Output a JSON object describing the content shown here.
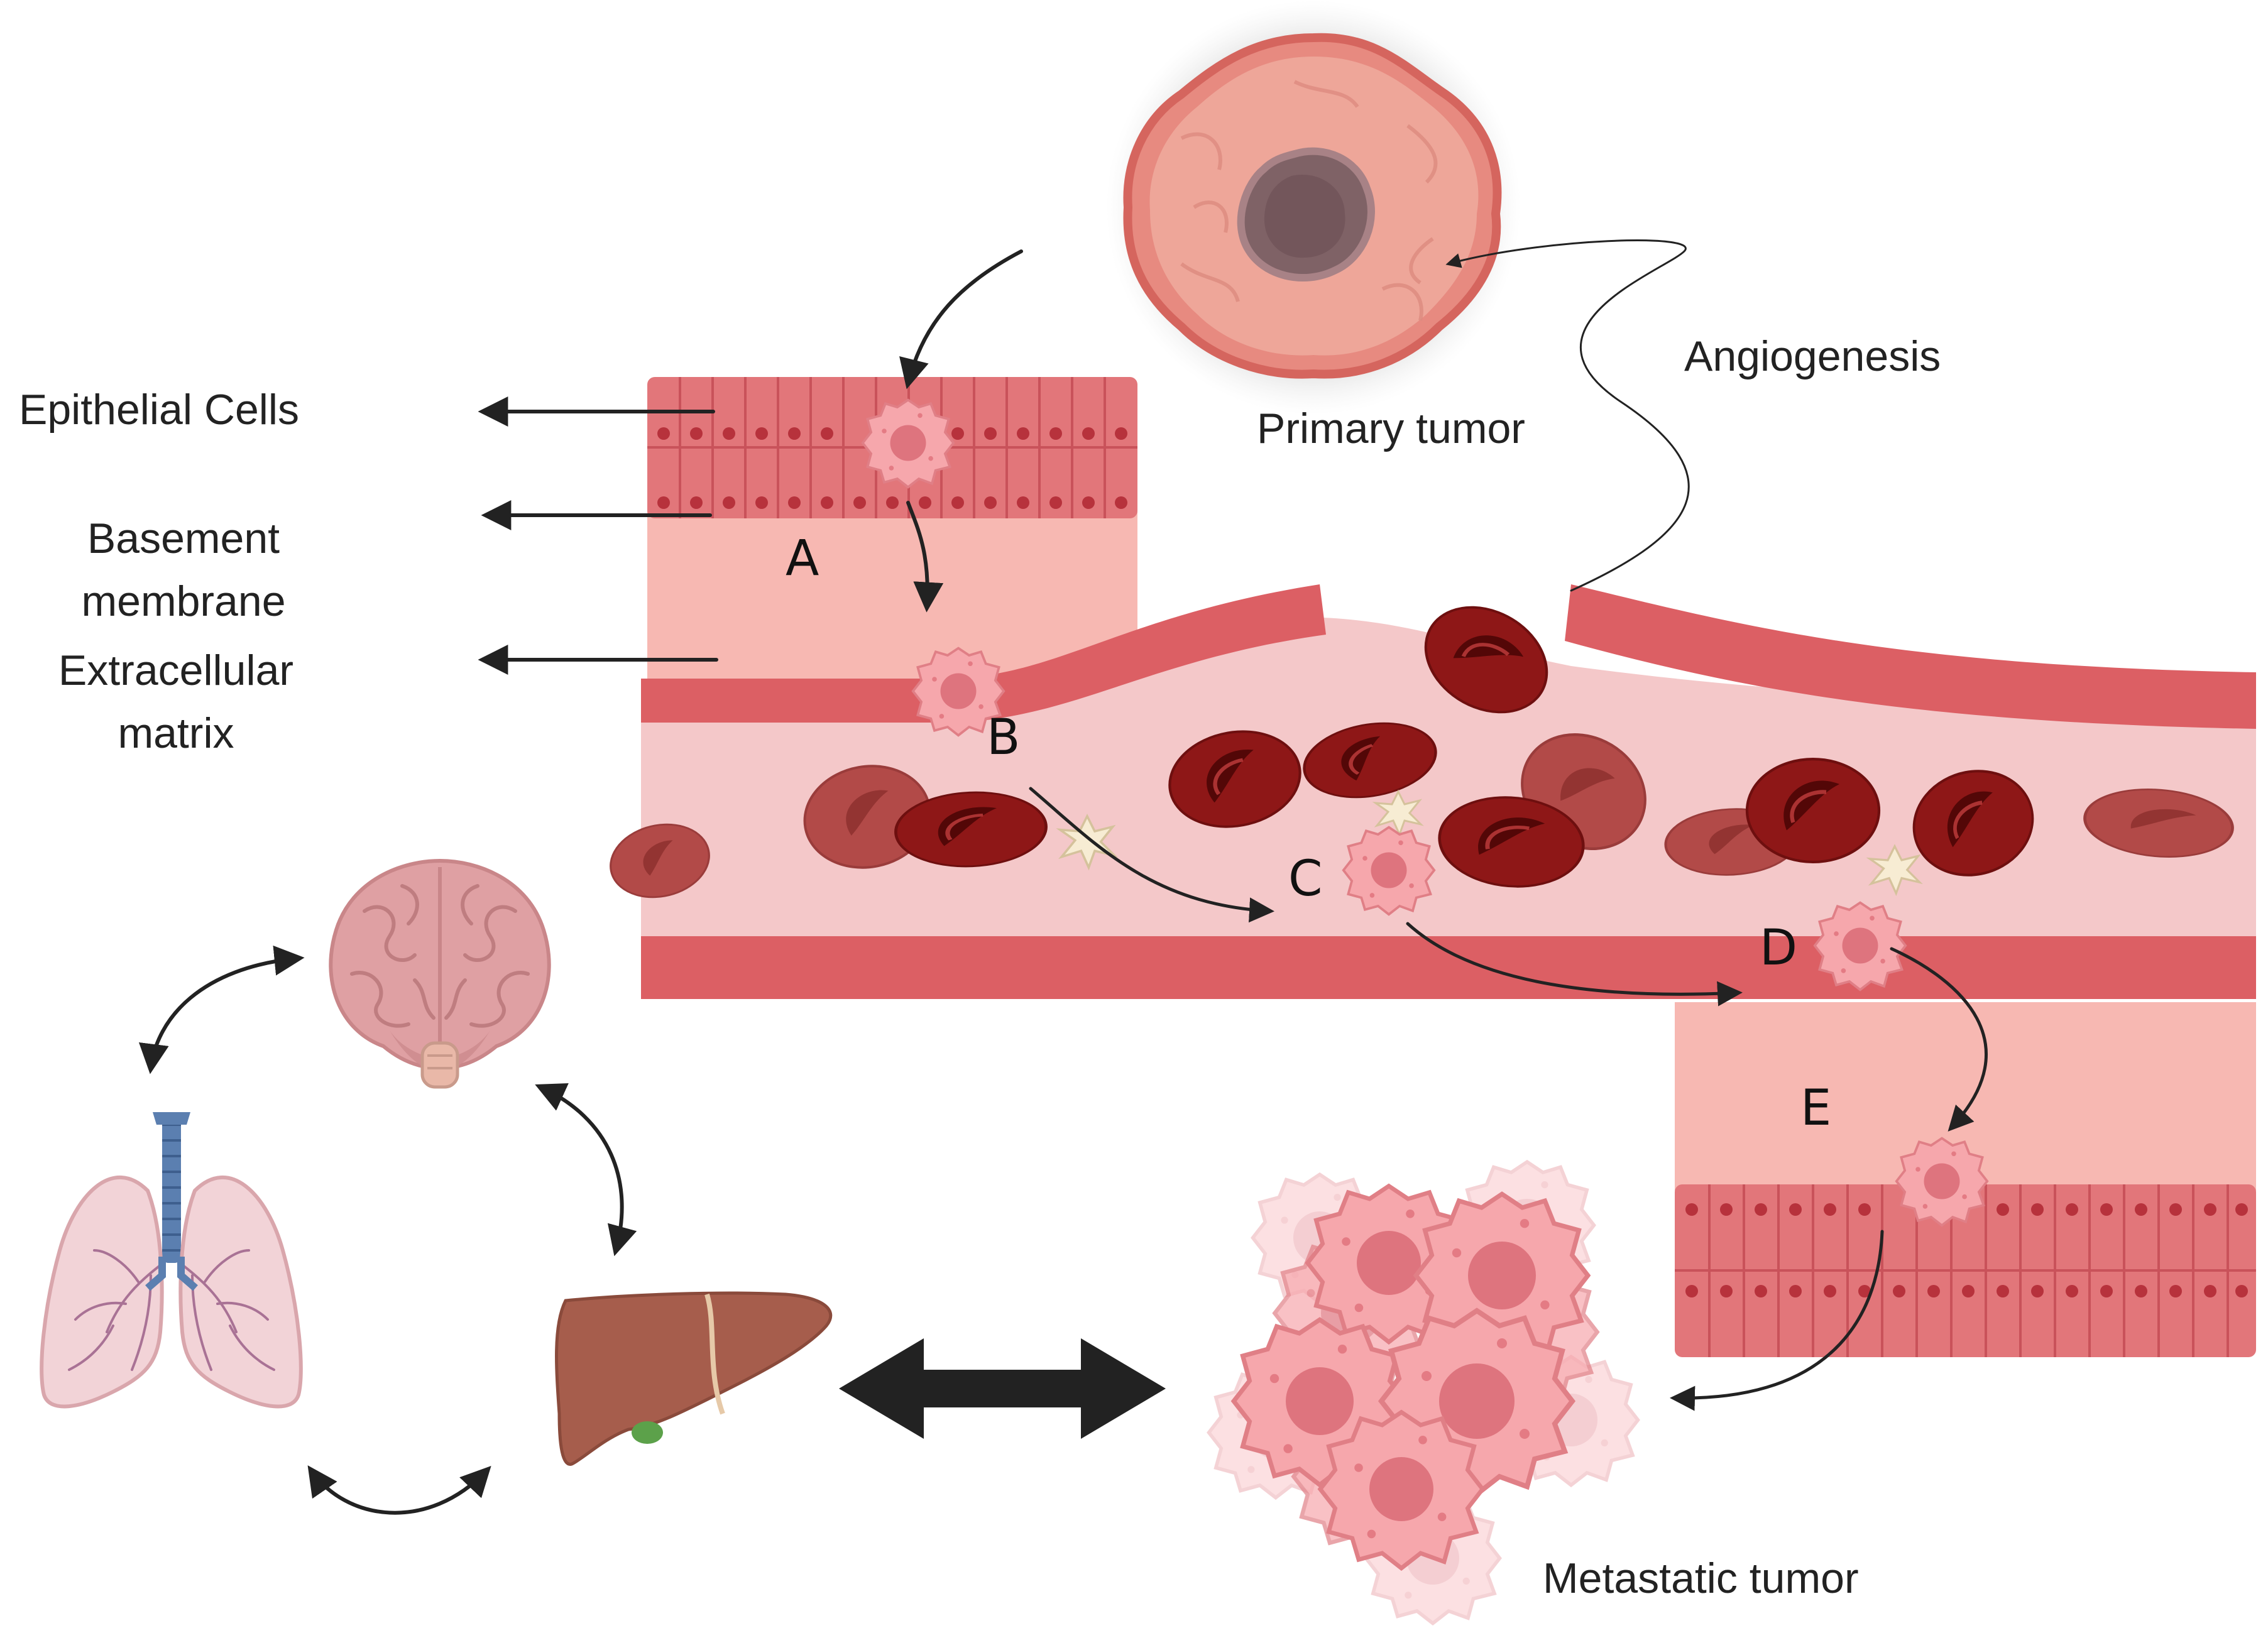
{
  "labels": {
    "epithelial_cells": "Epithelial Cells",
    "basement_line1": "Basement",
    "basement_line2": "membrane",
    "ecm_line1": "Extracellular",
    "ecm_line2": "matrix",
    "primary_tumor": "Primary tumor",
    "angiogenesis": "Angiogenesis",
    "metastatic_tumor": "Metastatic tumor"
  },
  "steps": {
    "a": "A",
    "b": "B",
    "c": "C",
    "d": "D",
    "e": "E"
  },
  "organs": [
    "brain-icon",
    "lungs-icon",
    "liver-icon"
  ],
  "colors": {
    "vessel_wall": "#dc5f64",
    "vessel_lumen": "#f4c8c9",
    "tissue": "#f7b8b2",
    "epithelium": "#e2767a",
    "rbc": "#8c1413",
    "tumor_cell": "#f4a2a8",
    "arrow": "#222222"
  }
}
